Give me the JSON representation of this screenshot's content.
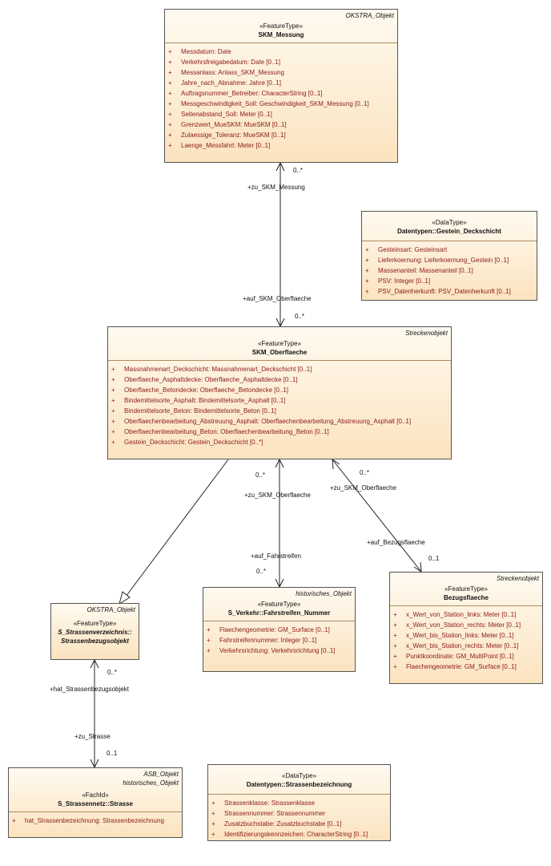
{
  "classes": {
    "skm_messung": {
      "tag": "OKSTRA_Objekt",
      "stereotype": "«FeatureType»",
      "name": "SKM_Messung",
      "attrs": [
        "Messdatum: Date",
        "Verkehrsfreigabedatum: Date [0..1]",
        "Messanlass: Anlass_SKM_Messung",
        "Jahre_nach_Abnahme: Jahre [0..1]",
        "Auftragsnummer_Betreiber: CharacterString [0..1]",
        "Messgeschwindigkeit_Soll: Geschwindigkeit_SKM_Messung [0..1]",
        "Seitenabstand_Soll: Meter [0..1]",
        "Grenzwert_MueSKM: MueSKM [0..1]",
        "Zulaessige_Toleranz: MueSKM [0..1]",
        "Laenge_Messfahrt: Meter [0..1]"
      ]
    },
    "gestein_deckschicht": {
      "stereotype": "«DataType»",
      "name": "Datentypen::Gestein_Deckschicht",
      "attrs": [
        "Gesteinsart: Gesteinsart",
        "Lieferkoernung: Lieferkoernung_Gestein [0..1]",
        "Massenanteil: Massenanteil [0..1]",
        "PSV: Integer [0..1]",
        "PSV_Datenherkunft: PSV_Datenherkunft [0..1]"
      ]
    },
    "skm_oberflaeche": {
      "tag": "Streckenobjekt",
      "stereotype": "«FeatureType»",
      "name": "SKM_Oberflaeche",
      "attrs": [
        "Massnahmenart_Deckschicht: Massnahmenart_Deckschicht [0..1]",
        "Oberflaeche_Asphaltdecke: Oberflaeche_Asphaltdecke [0..1]",
        "Oberflaeche_Betondecke: Oberflaeche_Betondecke [0..1]",
        "Bindemittelsorte_Asphalt: Bindemittelsorte_Asphalt [0..1]",
        "Bindemittelsorte_Beton: Bindemittelsorte_Beton [0..1]",
        "Oberflaechenbearbeitung_Abstreuung_Asphalt: Oberflaechenbearbeitung_Abstreuung_Asphalt [0..1]",
        "Oberflaechenbearbeitung_Beton: Oberflaechenbearbeitung_Beton [0..1]",
        "Gestein_Deckschicht: Gestein_Deckschicht [0..*]"
      ]
    },
    "s_strassenbezugsobjekt": {
      "tag": "OKSTRA_Objekt",
      "stereotype": "«FeatureType»",
      "name1": "S_Strassenverzeichnis::",
      "name2": "Strassenbezugsobjekt"
    },
    "fahrstreifen_nummer": {
      "tag": "historisches_Objekt",
      "stereotype": "«FeatureType»",
      "name": "S_Verkehr::Fahrstreifen_Nummer",
      "attrs": [
        "Flaechengeometrie: GM_Surface [0..1]",
        "Fahrstreifennummer: Integer [0..1]",
        "Verkehrsrichtung: Verkehrsrichtung [0..1]"
      ]
    },
    "bezugsflaeche": {
      "tag": "Streckenobjekt",
      "stereotype": "«FeatureType»",
      "name": "Bezugsflaeche",
      "attrs": [
        "x_Wert_von_Station_links: Meter [0..1]",
        "x_Wert_von_Station_rechts: Meter [0..1]",
        "x_Wert_bis_Station_links: Meter [0..1]",
        "x_Wert_bis_Station_rechts: Meter [0..1]",
        "Punktkoordinate: GM_MultiPoint [0..1]",
        "Flaechengeometrie: GM_Surface [0..1]"
      ]
    },
    "strasse": {
      "tag1": "ASB_Objekt",
      "tag2": "historisches_Objekt",
      "stereotype": "«FachId»",
      "name": "S_Strassennetz::Strasse",
      "attrs": [
        "hat_Strassenbezeichnung: Strassenbezeichnung"
      ]
    },
    "strassenbezeichnung": {
      "stereotype": "«DataType»",
      "name": "Datentypen::Strassenbezeichnung",
      "attrs": [
        "Strassenklasse: Strassenklasse",
        "Strassennummer: Strassennummer",
        "Zusatzbuchstabe: Zusatzbuchstabe [0..1]",
        "Identifizierungskennzeichen: CharacterString [0..1]"
      ]
    }
  },
  "plus": "+",
  "connector_labels": {
    "mult_messung_top": "0..*",
    "role_zu_skm_messung": "+zu_SKM_Messung",
    "role_auf_skm_oberflaeche": "+auf_SKM_Oberflaeche",
    "mult_oberflaeche_top": "0..*",
    "mult_ofl_fs": "0..*",
    "role_zu_skm_ofl_fs": "+zu_SKM_Oberflaeche",
    "role_auf_fahrstreifen": "+auf_Fahrstreifen",
    "mult_fs": "0..*",
    "mult_ofl_bf": "0..*",
    "role_zu_skm_ofl_bf": "+zu_SKM_Oberflaeche",
    "role_auf_bezugsflaeche": "+auf_Bezugsflaeche",
    "mult_bf": "0..1",
    "mult_sbo": "0..*",
    "role_hat_strassenbezugsobjekt": "+hat_Strassenbezugsobjekt",
    "role_zu_strasse": "+zu_Strasse",
    "mult_strasse": "0..1"
  }
}
